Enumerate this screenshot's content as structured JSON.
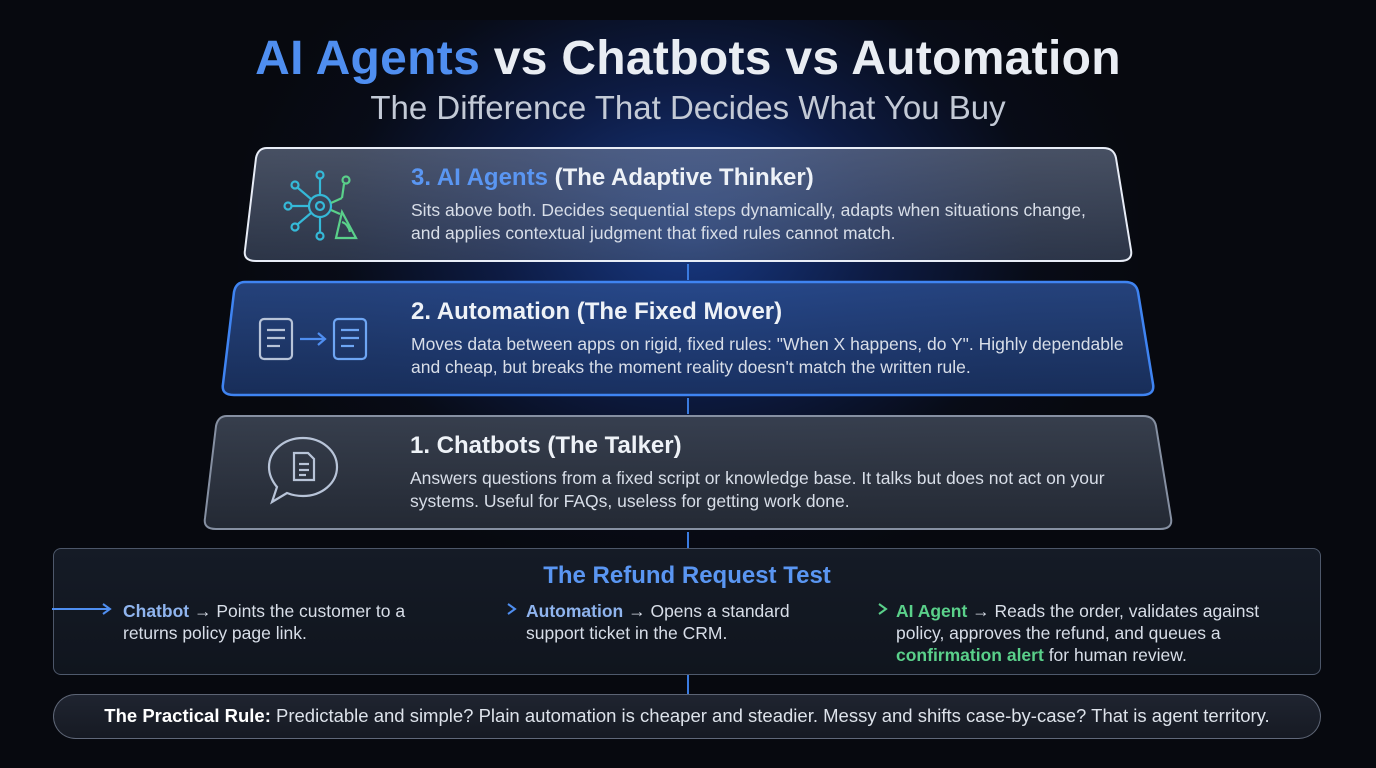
{
  "header": {
    "title_accent": "AI Agents",
    "title_rest": "vs Chatbots vs Automation",
    "subtitle": "The Difference That Decides What You Buy"
  },
  "tiers": [
    {
      "heading_accent": "3. AI Agents",
      "heading_rest": "(The Adaptive Thinker)",
      "description": "Sits above both. Decides sequential steps dynamically, adapts when situations change, and applies contextual judgment that fixed rules cannot match.",
      "icon": "neural-network-icon"
    },
    {
      "heading": "2. Automation (The Fixed Mover)",
      "description": "Moves data between apps on rigid, fixed rules: \"When X happens, do Y\". Highly dependable and cheap, but breaks the moment reality doesn't match the written rule.",
      "icon": "document-transfer-icon"
    },
    {
      "heading": "1. Chatbots (The Talker)",
      "description": "Answers questions from a fixed script or knowledge base. It talks but does not act on your systems. Useful for FAQs, useless for getting work done.",
      "icon": "chat-bubble-icon"
    }
  ],
  "refund_test": {
    "title": "The Refund Request Test",
    "columns": [
      {
        "label": "Chatbot",
        "text": "→ Points the customer to a returns policy page link."
      },
      {
        "label": "Automation",
        "text": "→ Opens a standard support ticket in the CRM."
      },
      {
        "label": "AI Agent",
        "text_before": "→ Reads the order, validates against policy, approves the refund, and queues a",
        "highlight": "confirmation alert",
        "text_after": "for human review."
      }
    ]
  },
  "rule": {
    "label": "The Practical Rule:",
    "text": "Predictable and simple? Plain automation is cheaper and steadier. Messy and shifts case-by-case? That is agent territory."
  },
  "colors": {
    "accent_blue": "#4f8ef0",
    "accent_green": "#5ad08a",
    "background": "#07090f"
  }
}
